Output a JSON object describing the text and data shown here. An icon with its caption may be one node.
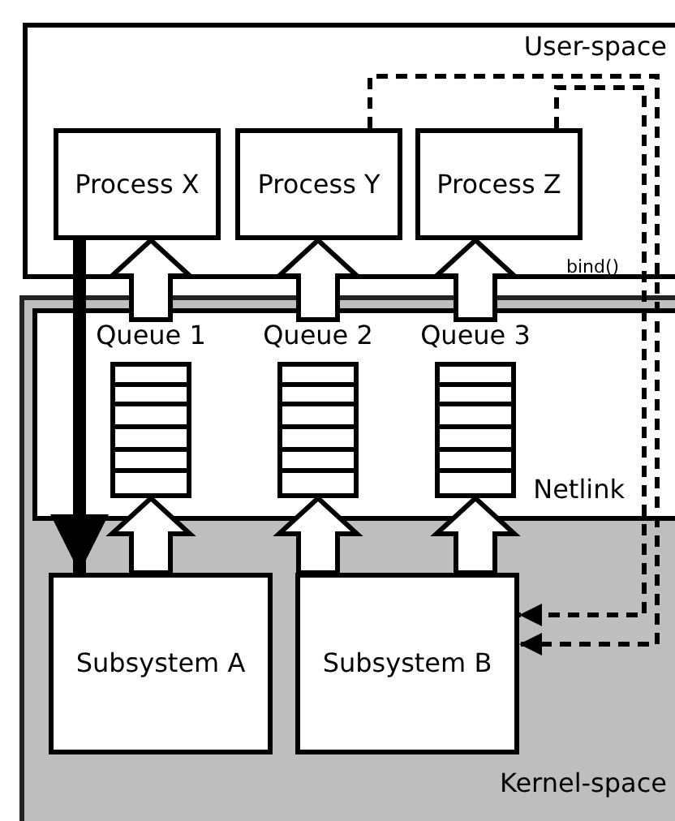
{
  "diagram": {
    "nodes": [
      {
        "text": [
          "User-space"
        ]
      },
      {
        "text": [
          "Process X"
        ],
        "in": 0
      },
      {
        "text": [
          "Process Y"
        ],
        "in": 0
      },
      {
        "text": [
          "Process Z"
        ],
        "in": 0
      },
      {
        "text": [
          "Kernel-space"
        ]
      },
      {
        "text": [
          "Netlink"
        ],
        "in": 4
      },
      {
        "text": [
          "Queue 1"
        ],
        "in": 5
      },
      {
        "text": [
          "Queue 2"
        ],
        "in": 5
      },
      {
        "text": [
          "Queue 3"
        ],
        "in": 5
      },
      {
        "text": [
          "Subsystem A"
        ],
        "in": 4
      },
      {
        "text": [
          "Subsystem B"
        ],
        "in": 4
      }
    ],
    "edges": [
      {
        "from": 6,
        "to": 1,
        "arrow": "to"
      },
      {
        "from": 7,
        "to": 2,
        "arrow": "to"
      },
      {
        "from": 8,
        "to": 3,
        "arrow": "to"
      },
      {
        "from": 9,
        "to": 6,
        "arrow": "to"
      },
      {
        "from": 10,
        "to": 7,
        "arrow": "to"
      },
      {
        "from": 10,
        "to": 8,
        "arrow": "to"
      },
      {
        "from": 1,
        "to": 9,
        "arrow": "to",
        "style": "thick"
      },
      {
        "from": 2,
        "to": 10,
        "arrow": "to",
        "style": "dashed"
      },
      {
        "from": 3,
        "to": 10,
        "arrow": "to",
        "style": "dashed"
      }
    ],
    "labels": [
      "bind()"
    ]
  }
}
